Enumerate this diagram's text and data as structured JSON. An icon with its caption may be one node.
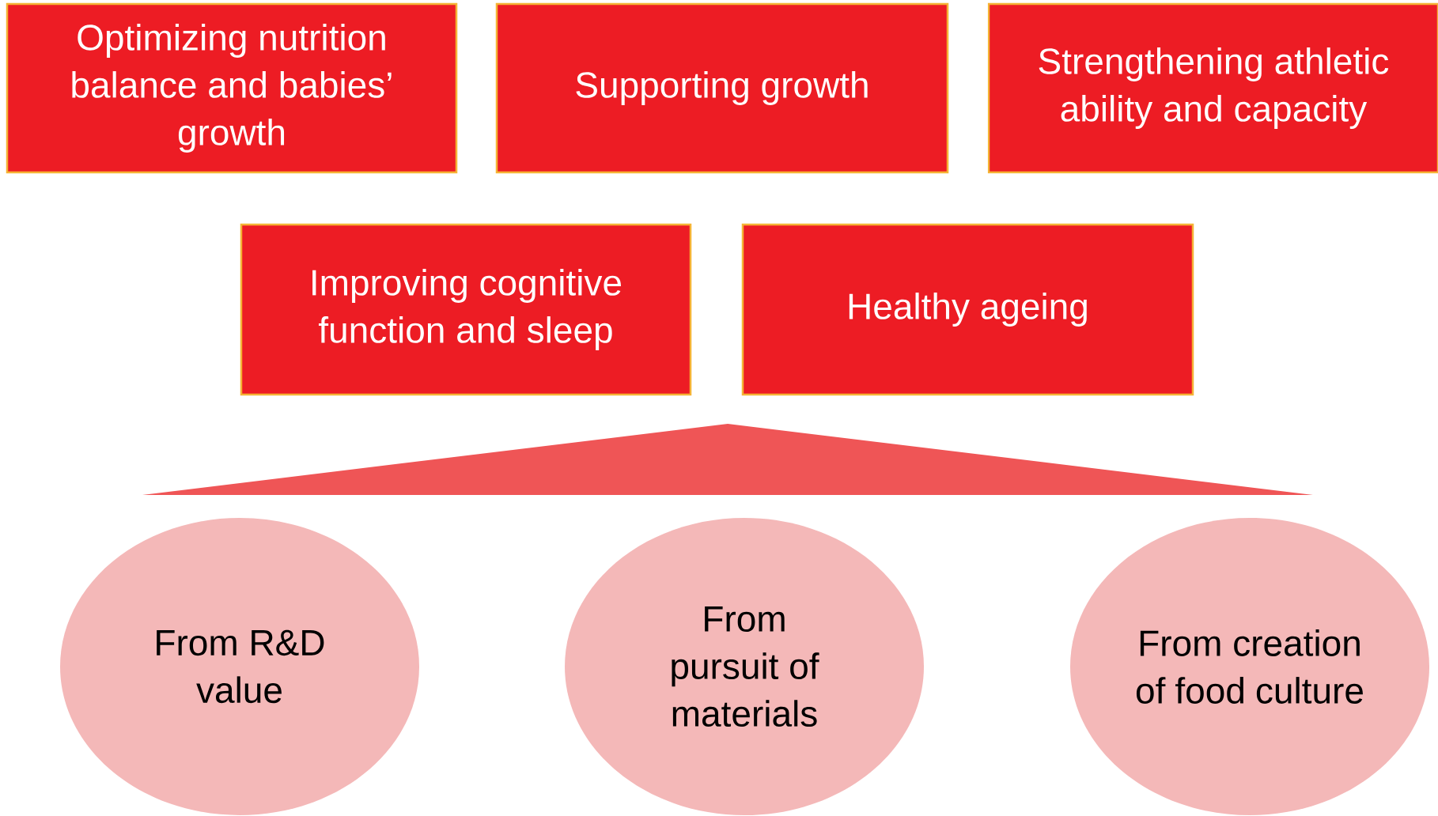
{
  "diagram": {
    "nodes": [
      {
        "text": [
          "Optimizing nutrition balance and babies’ growth"
        ]
      },
      {
        "text": [
          "Supporting growth"
        ]
      },
      {
        "text": [
          "Strengthening athletic ability and capacity"
        ]
      },
      {
        "text": [
          "Improving cognitive function and sleep"
        ]
      },
      {
        "text": [
          "Healthy ageing"
        ]
      },
      {
        "text": [],
        "shape": "triangle"
      },
      {
        "text": [
          "From R&D value"
        ]
      },
      {
        "text": [
          "From pursuit of materials"
        ]
      },
      {
        "text": [
          "From creation of food culture"
        ]
      }
    ]
  }
}
